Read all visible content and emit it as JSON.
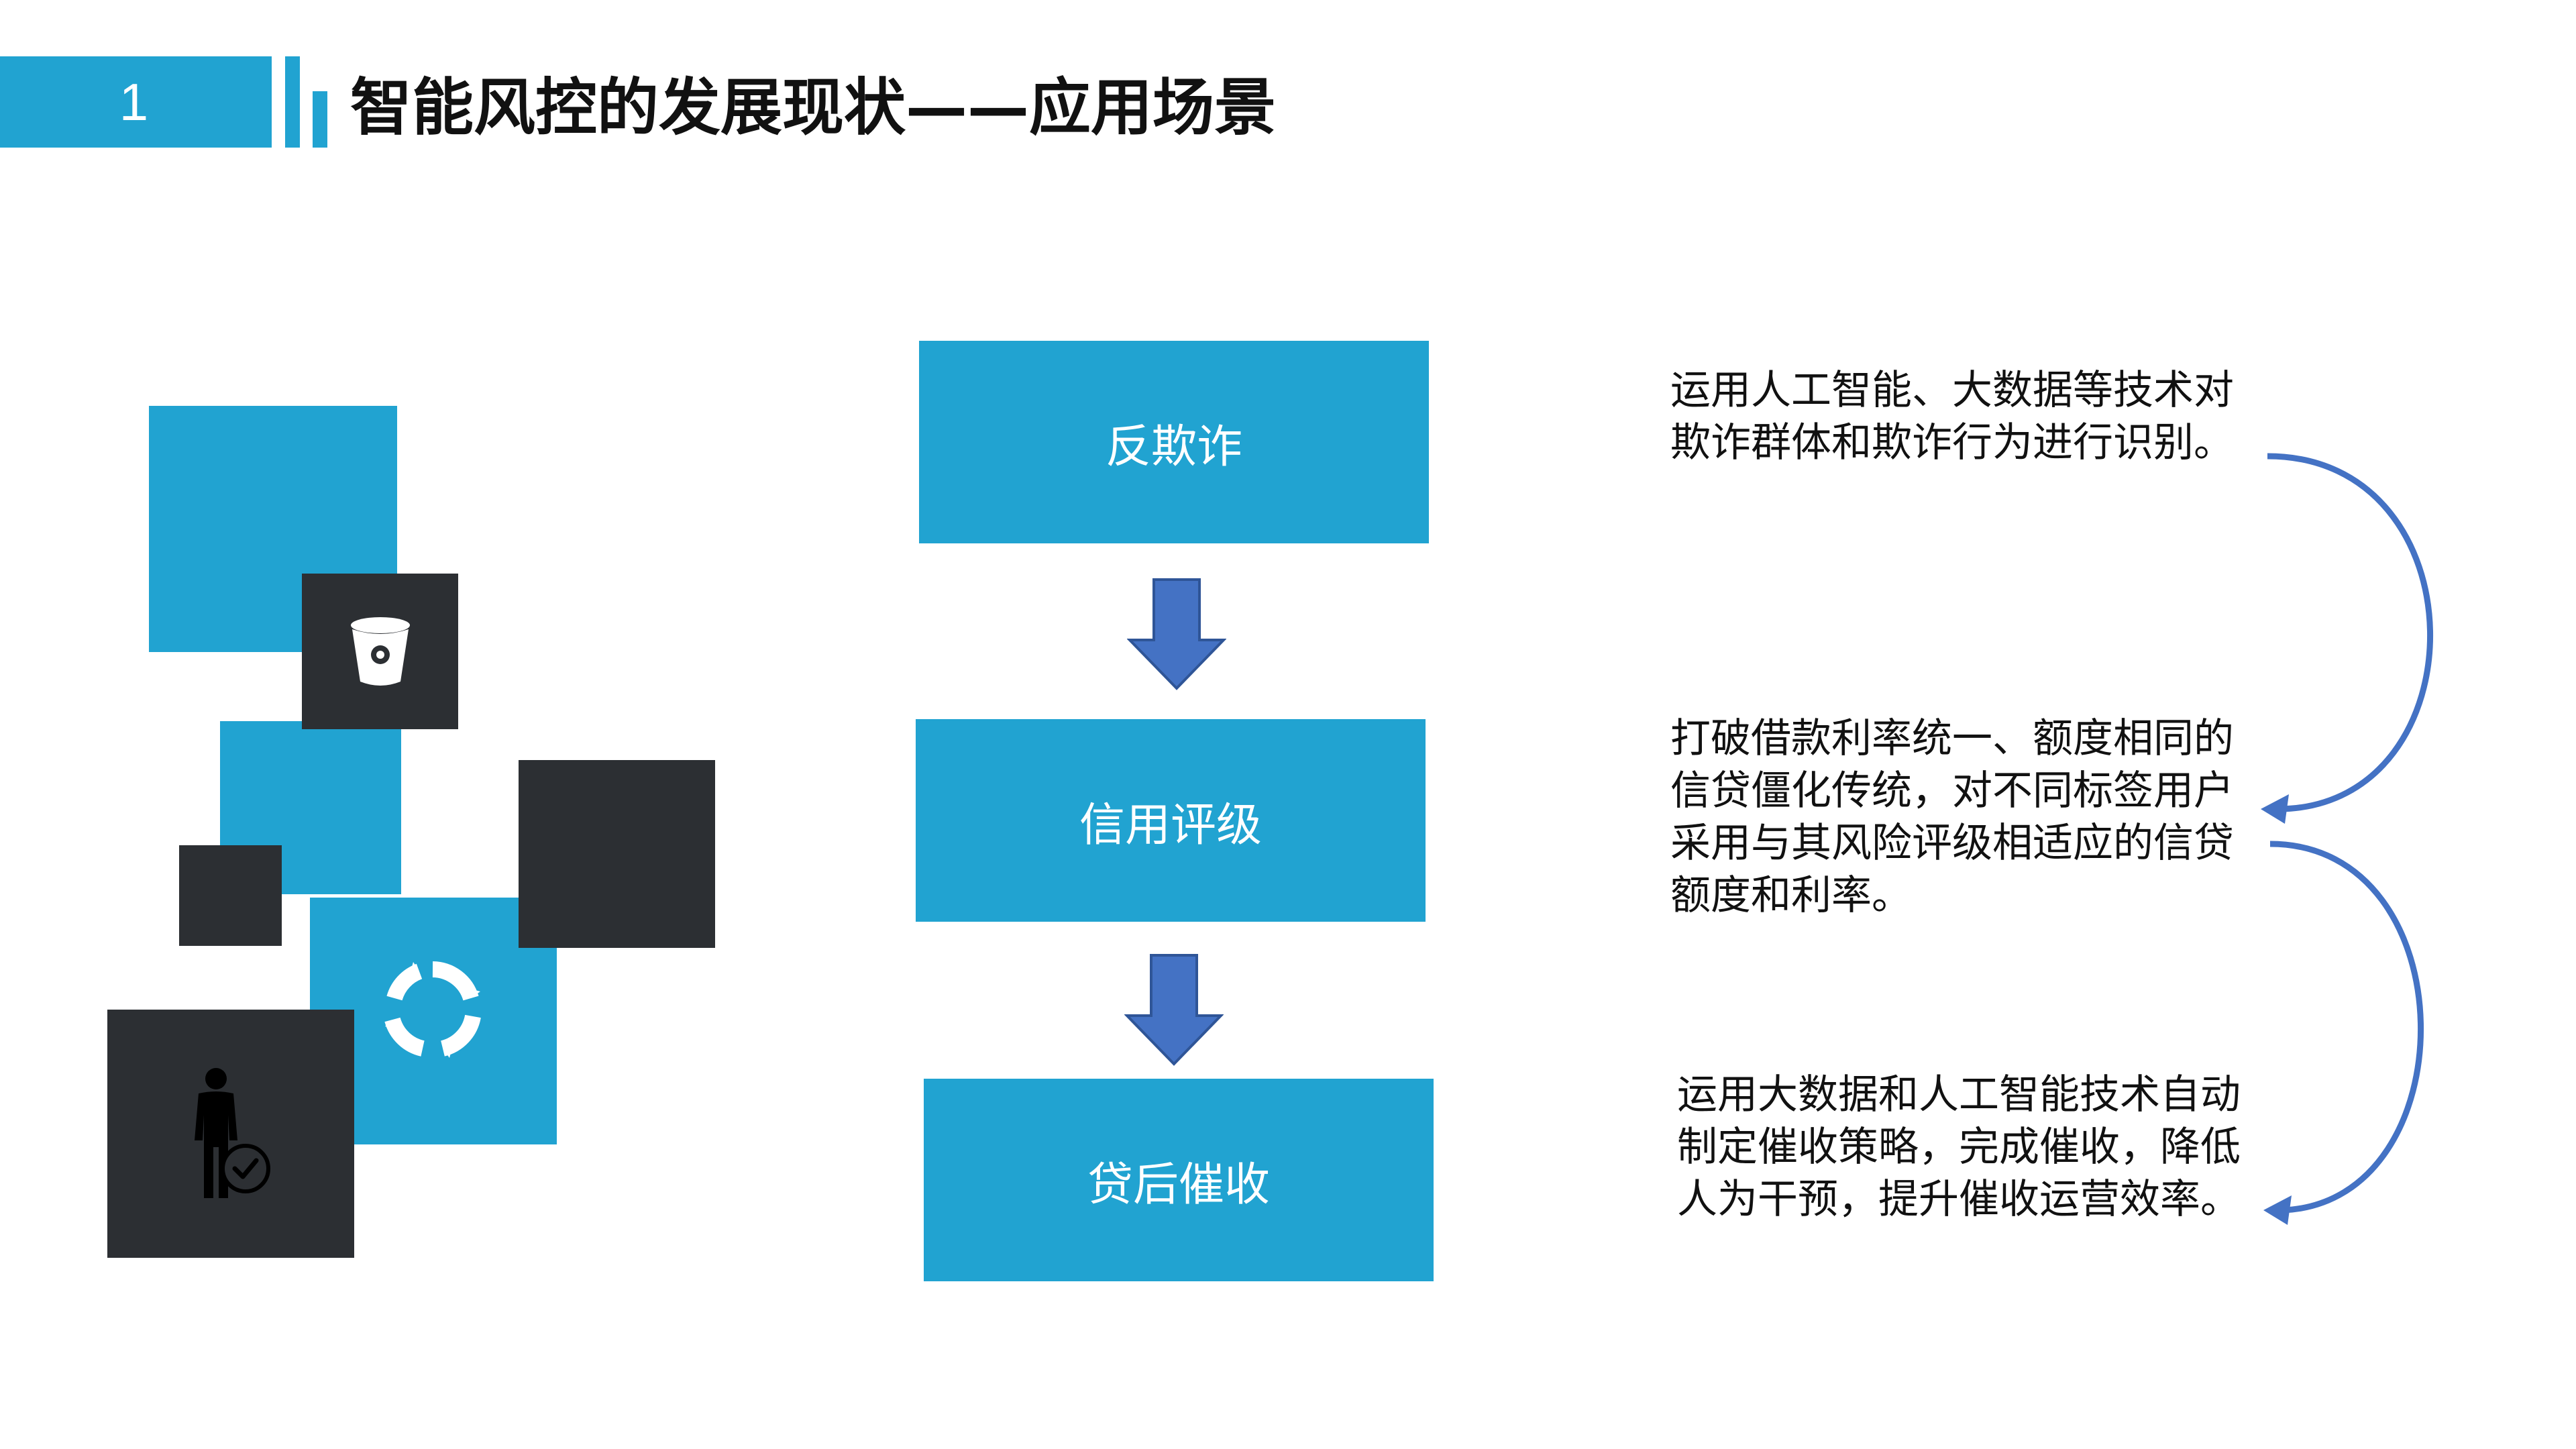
{
  "header": {
    "number": "1",
    "title": "智能风控的发展现状——应用场景"
  },
  "flow": {
    "steps": [
      {
        "label": "反欺诈"
      },
      {
        "label": "信用评级"
      },
      {
        "label": "贷后催收"
      }
    ]
  },
  "descriptions": [
    {
      "text": "运用人工智能、大数据等技术对欺诈群体和欺诈行为进行识别。"
    },
    {
      "text": "打破借款利率统一、额度相同的信贷僵化传统，对不同标签用户采用与其风险评级相适应的信贷额度和利率。"
    },
    {
      "text": "运用大数据和人工智能技术自动制定催收策略，完成催收，降低人为干预，提升催收运营效率。"
    }
  ],
  "colors": {
    "accent": "#21a3d1",
    "dark": "#2c2f33",
    "arrow": "#4472c4",
    "text": "#111111"
  },
  "icons": [
    "bucket-icon",
    "refresh-ring-icon",
    "person-check-icon"
  ]
}
